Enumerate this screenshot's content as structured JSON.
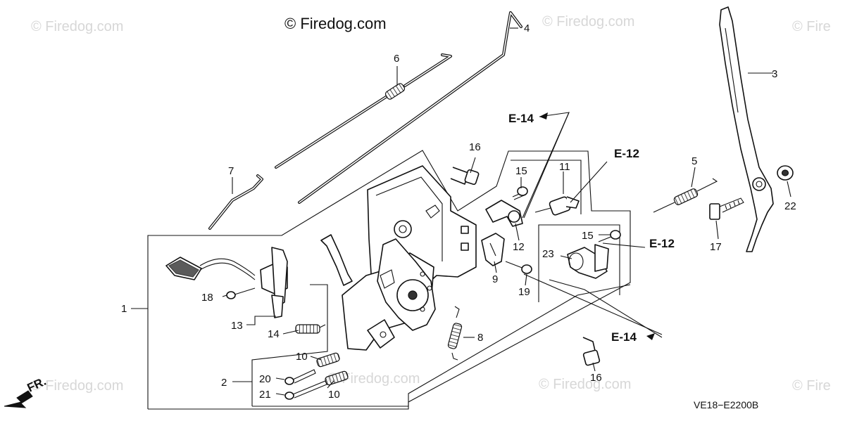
{
  "watermarks": [
    "© Firedog.com",
    "© Firedog.com",
    "© Fire",
    "© Firedog.com",
    "© Firedog.com",
    "© Fire"
  ],
  "brand": "© Firedog.com",
  "diagram_code": "VE18−E2200B",
  "direction_label": "FR.",
  "references": {
    "e14_top": "E-14",
    "e12_top": "E-12",
    "e12_mid": "E-12",
    "e14_bottom": "E-14"
  },
  "callouts": {
    "p1": "1",
    "p2": "2",
    "p3": "3",
    "p4": "4",
    "p5": "5",
    "p6": "6",
    "p7": "7",
    "p8": "8",
    "p9": "9",
    "p10a": "10",
    "p10b": "10",
    "p11": "11",
    "p12": "12",
    "p13": "13",
    "p14": "14",
    "p15a": "15",
    "p15b": "15",
    "p16a": "16",
    "p16b": "16",
    "p17": "17",
    "p18": "18",
    "p19": "19",
    "p20": "20",
    "p21": "21",
    "p22": "22",
    "p23": "23"
  },
  "colors": {
    "line": "#111111",
    "watermark": "#d7d7d7",
    "background": "#ffffff"
  }
}
